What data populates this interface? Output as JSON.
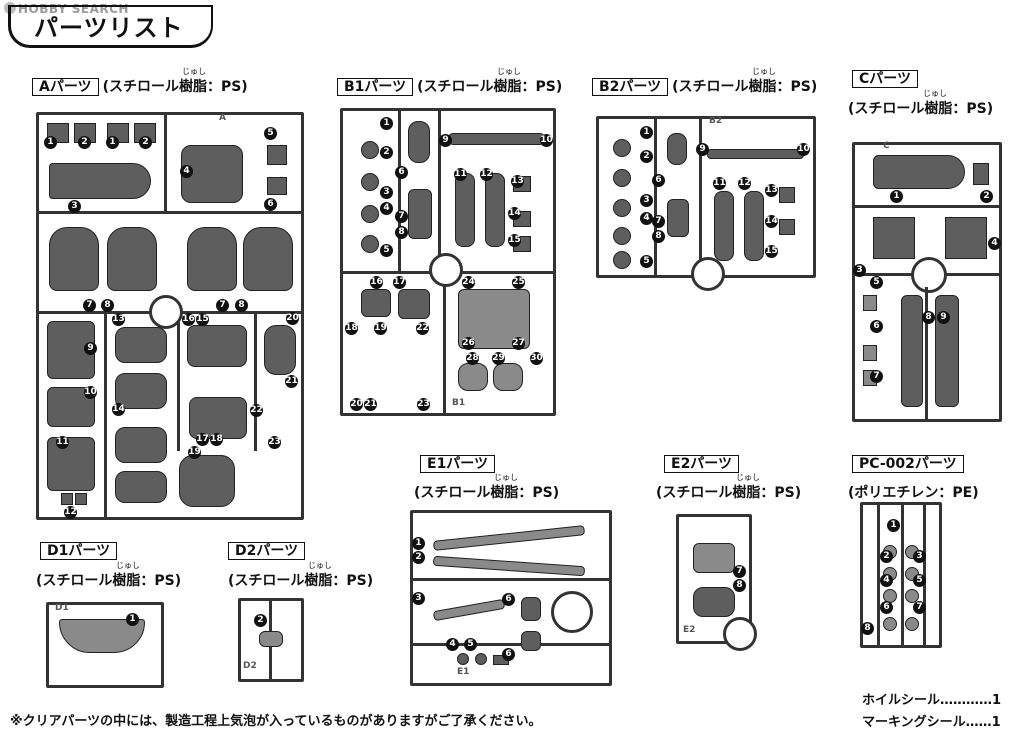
{
  "watermark": "HOBBY SEARCH",
  "title": "パーツリスト",
  "material_ruby": "じゅし",
  "sections": {
    "A": {
      "name": "Aパーツ",
      "material": "(スチロール樹脂：PS)",
      "runner_tag": "A"
    },
    "B1": {
      "name": "B1パーツ",
      "material": "(スチロール樹脂：PS)",
      "runner_tag": "B1"
    },
    "B2": {
      "name": "B2パーツ",
      "material": "(スチロール樹脂：PS)",
      "runner_tag": "B2"
    },
    "C": {
      "name": "Cパーツ",
      "material": "(スチロール樹脂：PS)",
      "runner_tag": "C"
    },
    "D1": {
      "name": "D1パーツ",
      "material": "(スチロール樹脂：PS)",
      "runner_tag": "D1"
    },
    "D2": {
      "name": "D2パーツ",
      "material": "(スチロール樹脂：PS)",
      "runner_tag": "D2"
    },
    "E1": {
      "name": "E1パーツ",
      "material": "(スチロール樹脂：PS)",
      "runner_tag": "E1"
    },
    "E2": {
      "name": "E2パーツ",
      "material": "(スチロール樹脂：PS)",
      "runner_tag": "E2"
    },
    "PC": {
      "name": "PC-002パーツ",
      "material": "(ポリエチレン：PE)"
    }
  },
  "part_numbers": {
    "A": [
      "1",
      "2",
      "1",
      "2",
      "3",
      "4",
      "5",
      "6",
      "7",
      "8",
      "7",
      "8",
      "9",
      "10",
      "11",
      "12",
      "13",
      "14",
      "15",
      "16",
      "17",
      "18",
      "19",
      "20",
      "21",
      "22",
      "23"
    ],
    "B1": [
      "1",
      "2",
      "3",
      "4",
      "5",
      "6",
      "7",
      "8",
      "9",
      "10",
      "11",
      "12",
      "13",
      "14",
      "15",
      "16",
      "17",
      "18",
      "19",
      "20",
      "21",
      "22",
      "23",
      "24",
      "25",
      "26",
      "27",
      "28",
      "29",
      "30"
    ],
    "B2": [
      "1",
      "2",
      "3",
      "4",
      "5",
      "6",
      "7",
      "8",
      "9",
      "10",
      "11",
      "12",
      "13",
      "14",
      "15"
    ],
    "C": [
      "1",
      "2",
      "3",
      "4",
      "5",
      "6",
      "7",
      "8",
      "9"
    ],
    "D1": [
      "1"
    ],
    "D2": [
      "2"
    ],
    "E1": [
      "1",
      "2",
      "3",
      "4",
      "5",
      "6",
      "6"
    ],
    "E2": [
      "7",
      "8"
    ],
    "PC": [
      "1",
      "2",
      "3",
      "4",
      "5",
      "6",
      "7",
      "8"
    ]
  },
  "footer": {
    "note": "※クリアパーツの中には、製造工程上気泡が入っているものがありますがご了承ください。",
    "seal1": "ホイルシール…………1",
    "seal2": "マーキングシール……1"
  }
}
